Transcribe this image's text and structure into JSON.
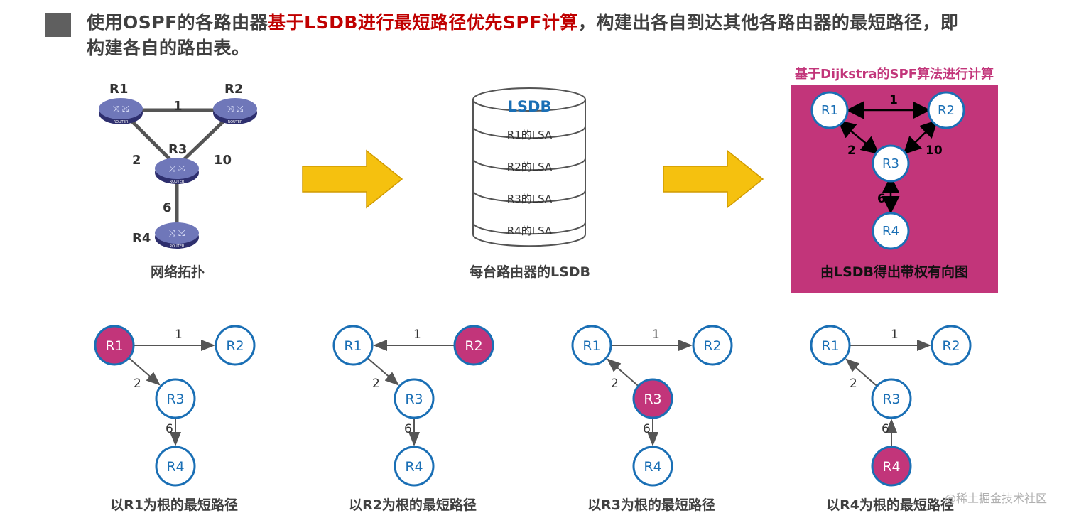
{
  "title": {
    "part1": "使用OSPF的各路由器",
    "highlight": "基于LSDB进行最短路径优先SPF计算",
    "part2": "，构建出各自到达其他各路由器的最短路径，即构建各自的路由表。"
  },
  "topology": {
    "routers": [
      "R1",
      "R2",
      "R3",
      "R4"
    ],
    "links": [
      {
        "from": "R1",
        "to": "R2",
        "cost": "1"
      },
      {
        "from": "R1",
        "to": "R3",
        "cost": "2"
      },
      {
        "from": "R2",
        "to": "R3",
        "cost": "10"
      },
      {
        "from": "R3",
        "to": "R4",
        "cost": "6"
      }
    ],
    "router_badge": "ROUTER",
    "caption": "网络拓扑"
  },
  "lsdb": {
    "header": "LSDB",
    "entries": [
      "R1的LSA",
      "R2的LSA",
      "R3的LSA",
      "R4的LSA"
    ],
    "caption": "每台路由器的LSDB"
  },
  "digraph": {
    "title": "基于Dijkstra的SPF算法进行计算",
    "caption": "由LSDB得出带权有向图",
    "nodes": [
      "R1",
      "R2",
      "R3",
      "R4"
    ],
    "edges": [
      {
        "between": [
          "R1",
          "R2"
        ],
        "cost": "1"
      },
      {
        "between": [
          "R1",
          "R3"
        ],
        "cost": "2"
      },
      {
        "between": [
          "R2",
          "R3"
        ],
        "cost": "10"
      },
      {
        "between": [
          "R3",
          "R4"
        ],
        "cost": "6"
      }
    ],
    "background_color": "#c2357a"
  },
  "trees": [
    {
      "root": "R1",
      "caption": "以R1为根的最短路径"
    },
    {
      "root": "R2",
      "caption": "以R2为根的最短路径"
    },
    {
      "root": "R3",
      "caption": "以R3为根的最短路径"
    },
    {
      "root": "R4",
      "caption": "以R4为根的最短路径"
    }
  ],
  "colors": {
    "node_blue": "#1a6fb5",
    "root_fill": "#c2357a",
    "arrow_fill": "#f5c10f",
    "title_highlight": "#c00000"
  },
  "watermark": "@稀土掘金技术社区"
}
